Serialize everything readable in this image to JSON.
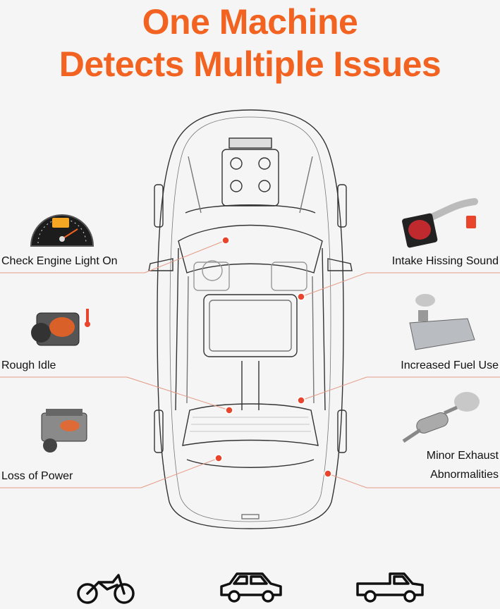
{
  "header": {
    "title_line1": "One Machine",
    "title_line2": "Detects Multiple Issues"
  },
  "issues": {
    "check_engine": "Check Engine Light On",
    "rough_idle": "Rough Idle",
    "loss_of_power": "Loss of Power",
    "intake_hissing": "Intake Hissing Sound",
    "fuel_use": "Increased Fuel Use",
    "exhaust_line1": "Minor Exhaust",
    "exhaust_line2": "Abnormalities"
  },
  "colors": {
    "accent": "#f26322",
    "marker": "#e8452c",
    "line": "#e59a86",
    "background": "#f5f5f5"
  },
  "icons": [
    "speedometer-check-engine-icon",
    "engine-heat-icon",
    "engine-block-icon",
    "air-intake-icon",
    "fuel-tank-icon",
    "exhaust-muffler-icon",
    "motorcycle-icon",
    "car-icon",
    "pickup-truck-icon"
  ]
}
